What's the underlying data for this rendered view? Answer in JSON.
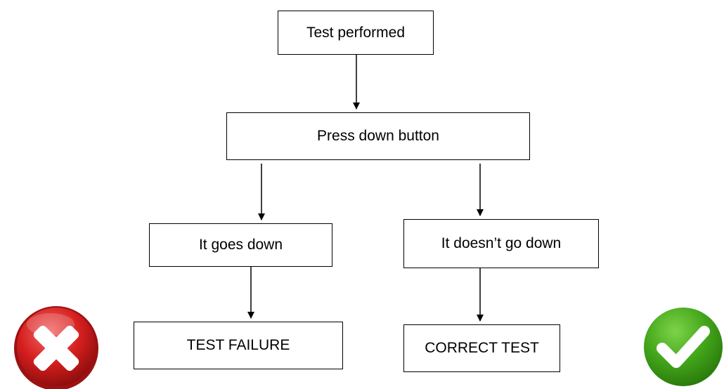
{
  "diagram": {
    "nodes": {
      "test_performed": "Test performed",
      "press_down_button": "Press down button",
      "it_goes_down": "It goes down",
      "it_doesnt_go_down": "It doesn’t go down",
      "test_failure": "TEST FAILURE",
      "correct_test": "CORRECT TEST"
    },
    "icons": {
      "failure": "red-x-icon",
      "success": "green-check-icon"
    },
    "colors": {
      "line": "#000000",
      "failure_red": "#d61f1f",
      "success_green": "#43a61a"
    }
  }
}
